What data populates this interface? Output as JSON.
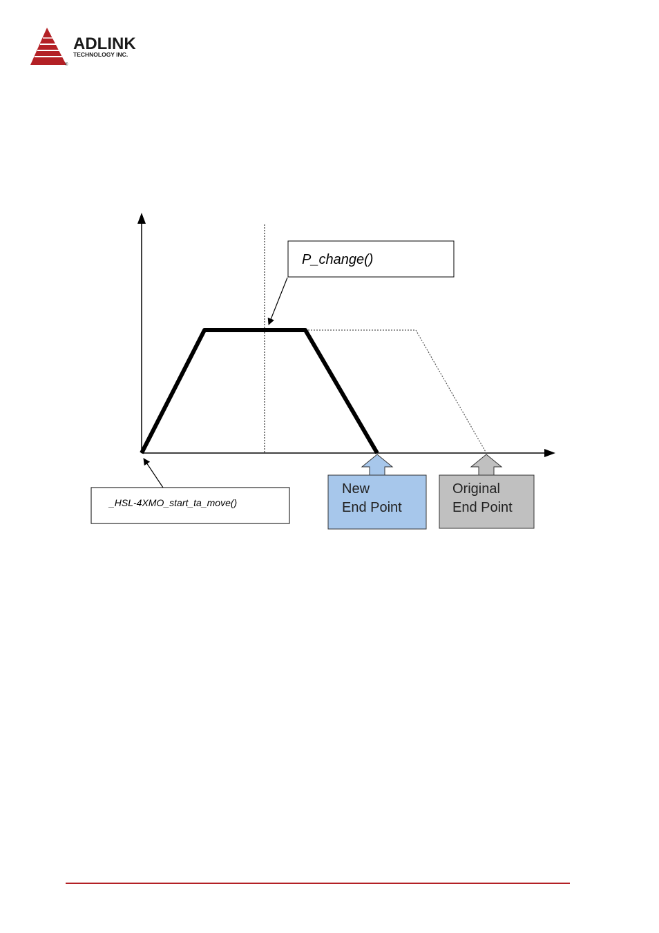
{
  "header": {
    "brand_name": "ADLINK",
    "brand_sub": "TECHNOLOGY INC.",
    "registered_mark": "®",
    "brand_color": "#b32025"
  },
  "diagram": {
    "callout_p_change": "P_change()",
    "callout_start": "_HSL-4XMO_start_ta_move()",
    "new_end_line1": "New",
    "new_end_line2": "End Point",
    "orig_end_line1": "Original",
    "orig_end_line2": "End Point",
    "colors": {
      "new_end_fill": "#a7c7eb",
      "orig_end_fill": "#c0c0c0",
      "profile": "#000000"
    }
  }
}
